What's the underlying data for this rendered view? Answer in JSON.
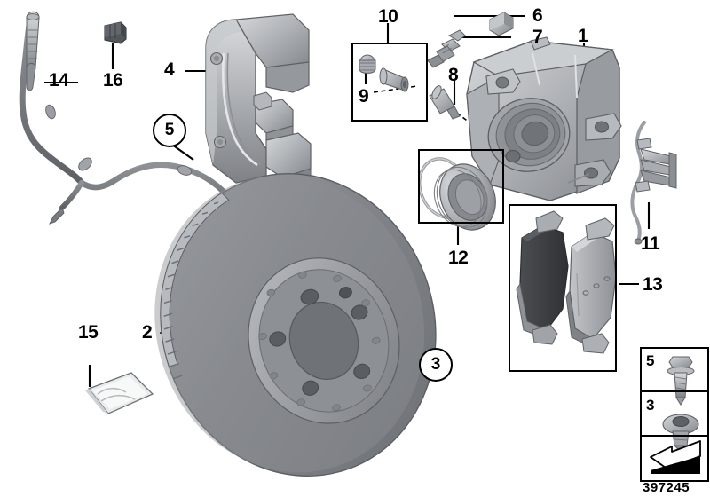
{
  "diagram": {
    "title": "Front brake disc / caliper exploded parts diagram",
    "part_code": "397245",
    "background_color": "#ffffff",
    "line_color": "#000000",
    "metal_light": "#c9cbcd",
    "metal_mid": "#9ea1a5",
    "metal_dark": "#6f7276",
    "disc_face": "#7c7f84",
    "pad_friction": "#3f4145",
    "connector_dark": "#53565b"
  },
  "callouts": [
    {
      "id": "1",
      "label": "1",
      "style": "plain",
      "part": "brake-caliper-housing"
    },
    {
      "id": "2",
      "label": "2",
      "style": "plain",
      "part": "brake-disc-vented"
    },
    {
      "id": "3c",
      "label": "3",
      "style": "circled",
      "part": "disc-retaining-screw-ref"
    },
    {
      "id": "4",
      "label": "4",
      "style": "plain",
      "part": "caliper-carrier-bracket"
    },
    {
      "id": "5c",
      "label": "5",
      "style": "circled",
      "part": "carrier-bolt-ref"
    },
    {
      "id": "6",
      "label": "6",
      "style": "plain",
      "part": "bleeder-dust-cap"
    },
    {
      "id": "7",
      "label": "7",
      "style": "plain",
      "part": "bleeder-valve-screw"
    },
    {
      "id": "8",
      "label": "8",
      "style": "plain",
      "part": "caliper-guide-pin"
    },
    {
      "id": "9",
      "label": "9",
      "style": "plain",
      "part": "guide-pin-cap"
    },
    {
      "id": "10",
      "label": "10",
      "style": "plain",
      "part": "guide-bushing-kit-box"
    },
    {
      "id": "11",
      "label": "11",
      "style": "plain",
      "part": "pad-retaining-spring"
    },
    {
      "id": "12",
      "label": "12",
      "style": "plain",
      "part": "piston-seal-boot-kit-box"
    },
    {
      "id": "13",
      "label": "13",
      "style": "plain",
      "part": "brake-pad-set-box"
    },
    {
      "id": "14",
      "label": "14",
      "style": "plain",
      "part": "brake-pad-wear-sensor"
    },
    {
      "id": "15",
      "label": "15",
      "style": "plain",
      "part": "lubricant-grease-sachet"
    },
    {
      "id": "16",
      "label": "16",
      "style": "plain",
      "part": "sensor-connector-plug"
    }
  ],
  "hardware_panel": {
    "rows": [
      {
        "num": "5",
        "part": "hex-flange-bolt"
      },
      {
        "num": "3",
        "part": "countersunk-disc-screw"
      }
    ],
    "symbol": "direction-arrow-symbol"
  },
  "footer": {
    "code": "397245"
  }
}
